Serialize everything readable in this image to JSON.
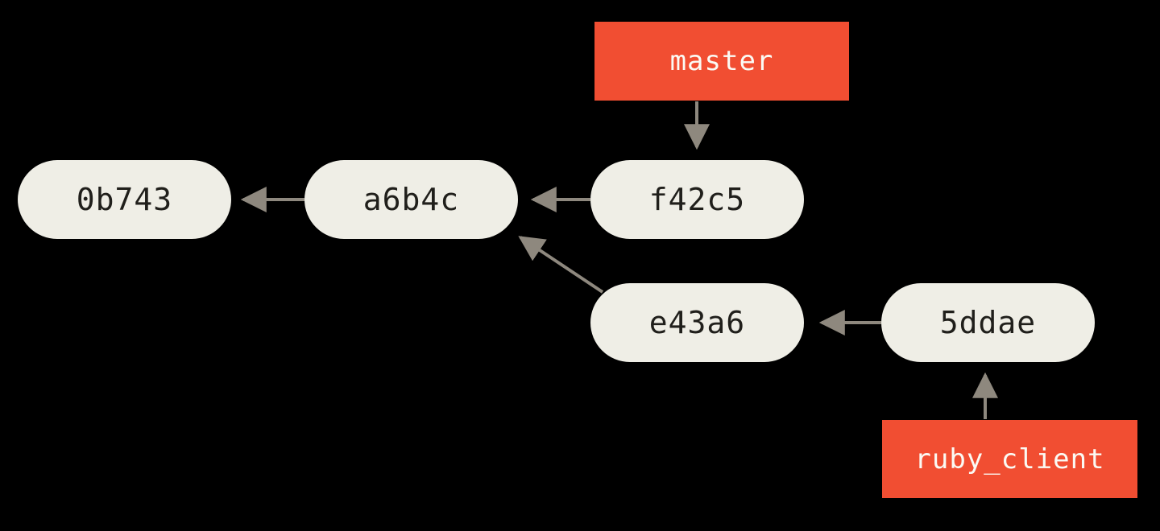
{
  "diagram": {
    "type": "git-commit-graph",
    "background_color": "#000000",
    "colors": {
      "commit_node_fill": "#efeee6",
      "commit_node_text": "#201f1b",
      "branch_label_fill": "#f14e32",
      "branch_label_text": "#fbfaf4",
      "arrow": "#8e887e"
    },
    "nodes": [
      {
        "id": "0b743",
        "label": "0b743"
      },
      {
        "id": "a6b4c",
        "label": "a6b4c"
      },
      {
        "id": "f42c5",
        "label": "f42c5"
      },
      {
        "id": "e43a6",
        "label": "e43a6"
      },
      {
        "id": "5ddae",
        "label": "5ddae"
      }
    ],
    "branches": [
      {
        "id": "master",
        "label": "master",
        "points_to": "f42c5"
      },
      {
        "id": "ruby_client",
        "label": "ruby_client",
        "points_to": "5ddae"
      }
    ],
    "edges": [
      {
        "from": "f42c5",
        "to": "a6b4c"
      },
      {
        "from": "a6b4c",
        "to": "0b743"
      },
      {
        "from": "e43a6",
        "to": "a6b4c"
      },
      {
        "from": "5ddae",
        "to": "e43a6"
      },
      {
        "from": "master",
        "to": "f42c5"
      },
      {
        "from": "ruby_client",
        "to": "5ddae"
      }
    ]
  }
}
